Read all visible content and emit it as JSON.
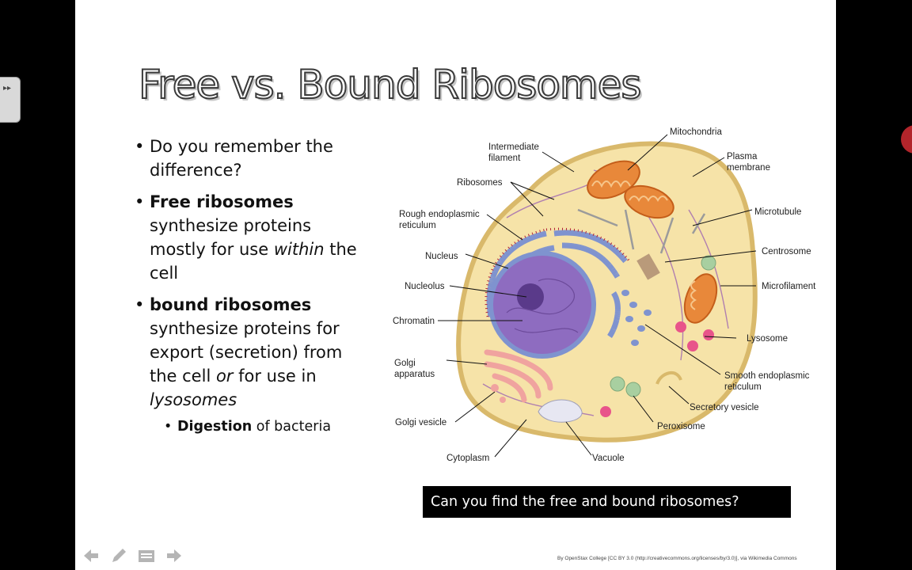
{
  "slide": {
    "title": "Free vs. Bound Ribosomes",
    "bullets": [
      {
        "text": "Do you remember the difference?"
      },
      {
        "bold": "Free ribosomes",
        "pre": " synthesize proteins mostly for use ",
        "italic": "within",
        "post": " the cell"
      },
      {
        "bold": "bound ribosomes",
        "pre": " synthesize proteins for export (secretion) from the cell ",
        "italic": "or",
        "post": " for use in ",
        "italic2": "lysosomes"
      },
      {
        "bold": "Digestion",
        "post": " of bacteria"
      }
    ],
    "caption": "Can you find the free and bound ribosomes?",
    "attribution": "By OpenStax College [CC BY 3.0 (http://creativecommons.org/licenses/by/3.0)], via Wikimedia Commons"
  },
  "diagram": {
    "labels": {
      "intermediate_filament_1": "Intermediate",
      "intermediate_filament_2": "filament",
      "mitochondria": "Mitochondria",
      "plasma_membrane_1": "Plasma",
      "plasma_membrane_2": "membrane",
      "ribosomes": "Ribosomes",
      "rough_er_1": "Rough endoplasmic",
      "rough_er_2": "reticulum",
      "microtubule": "Microtubule",
      "nucleus": "Nucleus",
      "centrosome": "Centrosome",
      "nucleolus": "Nucleolus",
      "microfilament": "Microfilament",
      "chromatin": "Chromatin",
      "lysosome": "Lysosome",
      "golgi_apparatus_1": "Golgi",
      "golgi_apparatus_2": "apparatus",
      "smooth_er_1": "Smooth endoplasmic",
      "smooth_er_2": "reticulum",
      "secretory_vesicle": "Secretory vesicle",
      "golgi_vesicle": "Golgi vesicle",
      "peroxisome": "Peroxisome",
      "cytoplasm": "Cytoplasm",
      "vacuole": "Vacuole"
    }
  },
  "colors": {
    "cytoplasm": "#f6e3a8",
    "nucleus": "#8e6cc0",
    "rough_er": "#7f93cf",
    "mitochondria": "#e8883a",
    "golgi": "#f0a39f",
    "caption_bg": "#000000"
  },
  "icons": [
    "arrow-left-icon",
    "pen-icon",
    "slides-menu-icon",
    "arrow-right-icon",
    "expand-panel-icon"
  ]
}
